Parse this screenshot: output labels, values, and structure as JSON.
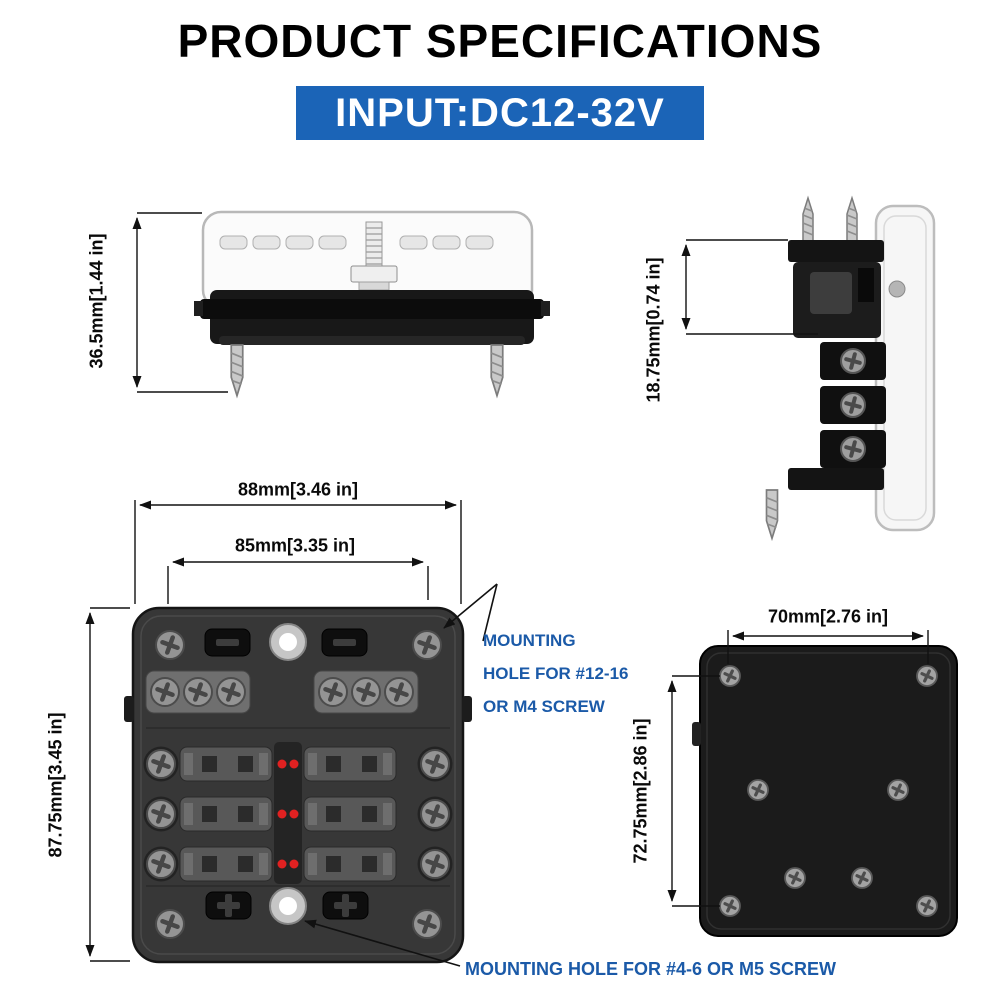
{
  "title": "PRODUCT SPECIFICATIONS",
  "banner": {
    "label": "INPUT:DC12-32V"
  },
  "dimensions": {
    "cover_height": "36.5mm[1.44 in]",
    "terminal_depth": "18.75mm[0.74 in]",
    "overall_width": "88mm[3.46 in]",
    "hole_spacing_width": "85mm[3.35 in]",
    "overall_length": "87.75mm[3.45 in]",
    "back_hole_width": "70mm[2.76 in]",
    "back_hole_height": "72.75mm[2.86 in]"
  },
  "annotations": {
    "corner_hole_line1": "MOUNTING",
    "corner_hole_line2": "HOLE FOR #12-16",
    "corner_hole_line3": "OR M4 SCREW",
    "center_hole": "MOUNTING HOLE FOR #4-6 OR M5 SCREW"
  },
  "colors": {
    "banner_bg": "#1b64b7",
    "annotation_blue": "#1b5aa8",
    "led_red": "#e02121"
  }
}
